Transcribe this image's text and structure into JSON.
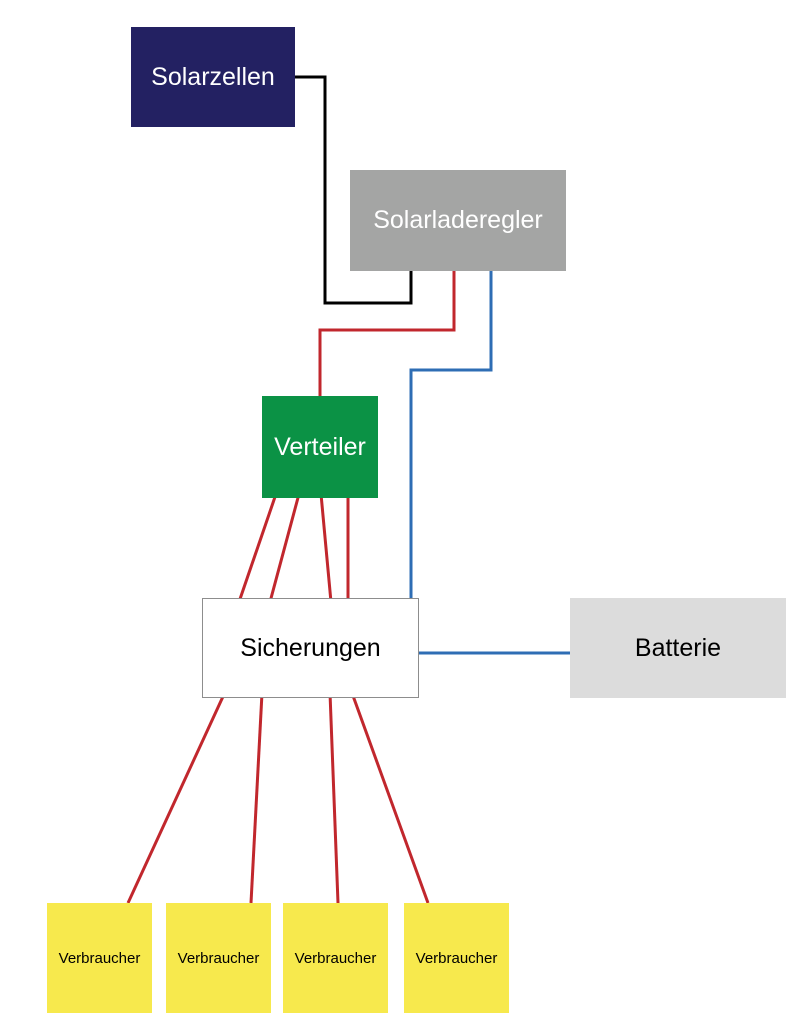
{
  "nodes": {
    "solarzellen": "Solarzellen",
    "laderegler": "Solarladeregler",
    "verteiler": "Verteiler",
    "sicherungen": "Sicherungen",
    "batterie": "Batterie",
    "consumers": [
      "Verbraucher",
      "Verbraucher",
      "Verbraucher",
      "Verbraucher"
    ]
  },
  "colors": {
    "solarzellen": "#232162",
    "laderegler": "#a4a5a4",
    "verteiler": "#0b9245",
    "batterie": "#dcdcdc",
    "verbraucher": "#f7e94d",
    "wire_black": "#000000",
    "wire_red": "#c1272d",
    "wire_blue": "#2e6db4"
  },
  "connections": [
    {
      "from": "solarzellen",
      "to": "laderegler",
      "color": "wire_black"
    },
    {
      "from": "laderegler",
      "to": "verteiler",
      "color": "wire_red"
    },
    {
      "from": "laderegler",
      "to": "sicherungen",
      "color": "wire_blue"
    },
    {
      "from": "verteiler",
      "to": "sicherungen",
      "color": "wire_red",
      "count": 4
    },
    {
      "from": "sicherungen",
      "to": "batterie",
      "color": "wire_blue"
    },
    {
      "from": "sicherungen",
      "to": "verbraucher",
      "color": "wire_red",
      "count": 4
    }
  ]
}
